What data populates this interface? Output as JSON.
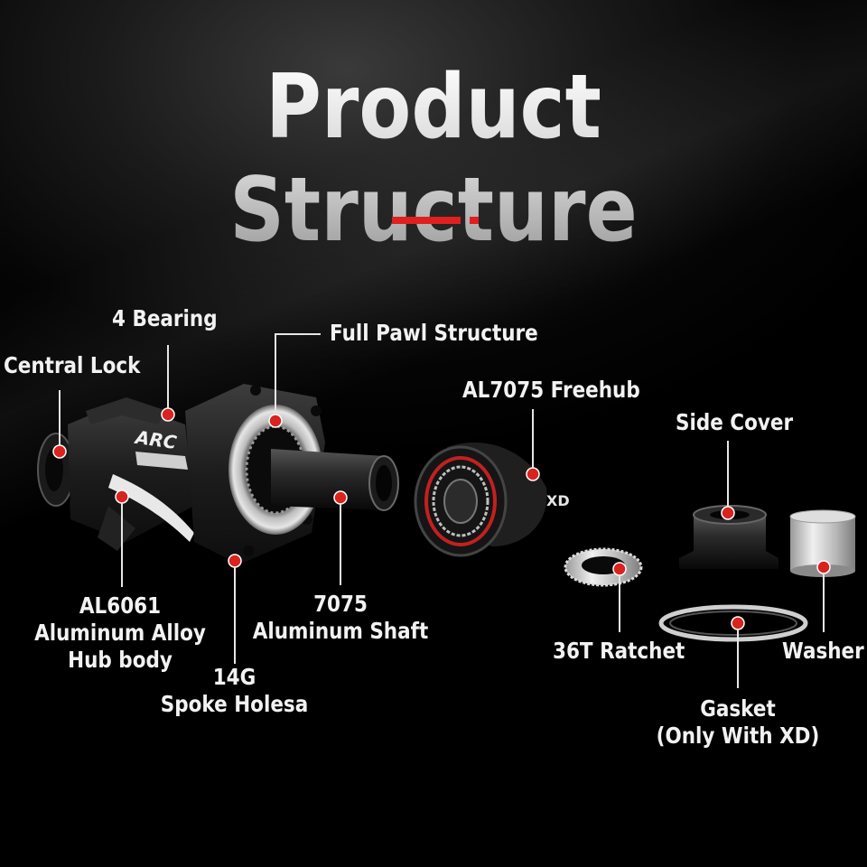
{
  "title": "Product Structure",
  "colors": {
    "accent": "#e0201e",
    "marker": "#d9231f",
    "background": "#000000",
    "text": "#f2f2f2"
  },
  "brand": {
    "hub_logo": "ARC",
    "xd_mark": "XD"
  },
  "labels": {
    "bearing": "4 Bearing",
    "central_lock": "Central Lock",
    "full_pawl": "Full Pawl Structure",
    "freehub": "AL7075 Freehub",
    "side_cover": "Side Cover",
    "hub_body": [
      "AL6061",
      "Aluminum Alloy",
      "Hub body"
    ],
    "shaft": [
      "7075",
      "Aluminum Shaft"
    ],
    "spoke": [
      "14G",
      "Spoke Holesa"
    ],
    "ratchet": "36T Ratchet",
    "washer": "Washer",
    "gasket": [
      "Gasket",
      "(Only With XD)"
    ]
  }
}
